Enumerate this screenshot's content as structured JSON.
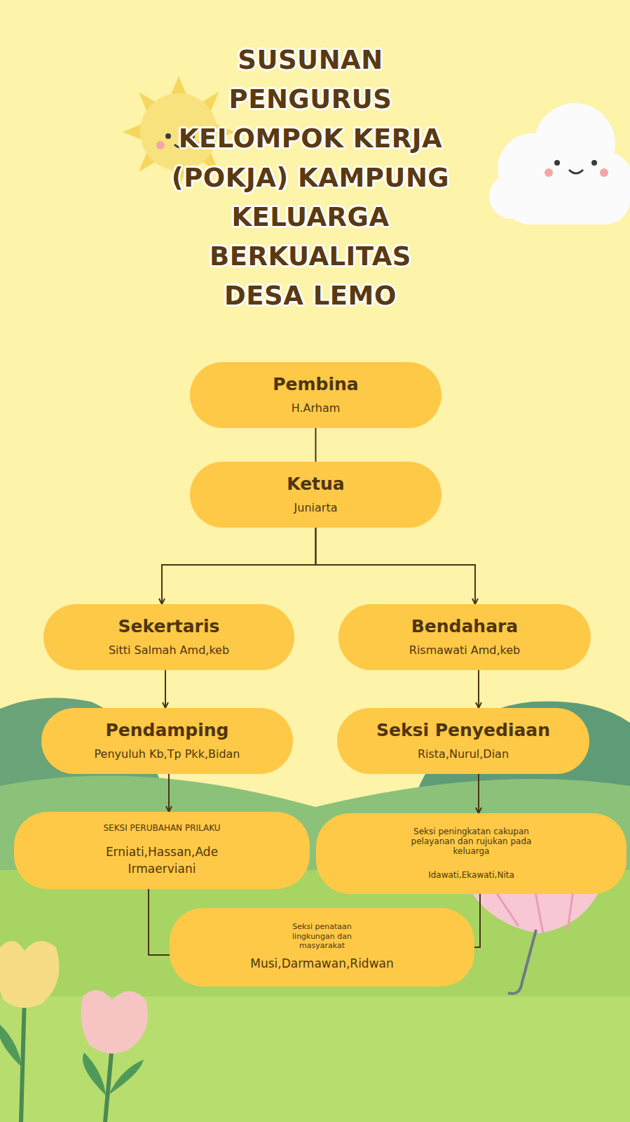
{
  "diagram": {
    "title": "SUSUNAN PENGURUS KELOMPOK KERJA (POKJA) KAMPUNG KELUARGA BERKUALITAS DESA LEMO",
    "nodes": [
      {
        "text": [
          "Pembina",
          "H.Arham"
        ]
      },
      {
        "text": [
          "Ketua",
          "Juniarta"
        ]
      },
      {
        "text": [
          "Sekertaris",
          "Sitti Salmah Amd,keb"
        ]
      },
      {
        "text": [
          "Bendahara",
          "Rismawati Amd,keb"
        ]
      },
      {
        "text": [
          "Pendamping",
          "Penyuluh Kb,Tp Pkk,Bidan"
        ]
      },
      {
        "text": [
          "Seksi Penyediaan",
          "Rista,Nurul,Dian"
        ]
      },
      {
        "text": [
          "SEKSI PERUBAHAN PRILAKU",
          "Erniati,Hassan,Ade Irmaerviani"
        ]
      },
      {
        "text": [
          "Seksi peningkatan cakupan pelayanan dan rujukan pada keluarga",
          "Idawati,Ekawati,Nita"
        ]
      },
      {
        "text": [
          "Seksi penataan lingkungan dan masyarakat",
          "Musi,Darmawan,Ridwan"
        ]
      }
    ],
    "edges": [
      {
        "from": 0,
        "to": 1,
        "arrow": "none"
      },
      {
        "from": 1,
        "to": 2,
        "arrow": "to"
      },
      {
        "from": 1,
        "to": 3,
        "arrow": "to"
      },
      {
        "from": 2,
        "to": 4,
        "arrow": "to"
      },
      {
        "from": 3,
        "to": 5,
        "arrow": "to"
      },
      {
        "from": 4,
        "to": 6,
        "arrow": "to"
      },
      {
        "from": 5,
        "to": 7,
        "arrow": "to"
      },
      {
        "from": 6,
        "to": 8,
        "arrow": "none"
      },
      {
        "from": 7,
        "to": 8,
        "arrow": "none"
      }
    ]
  }
}
